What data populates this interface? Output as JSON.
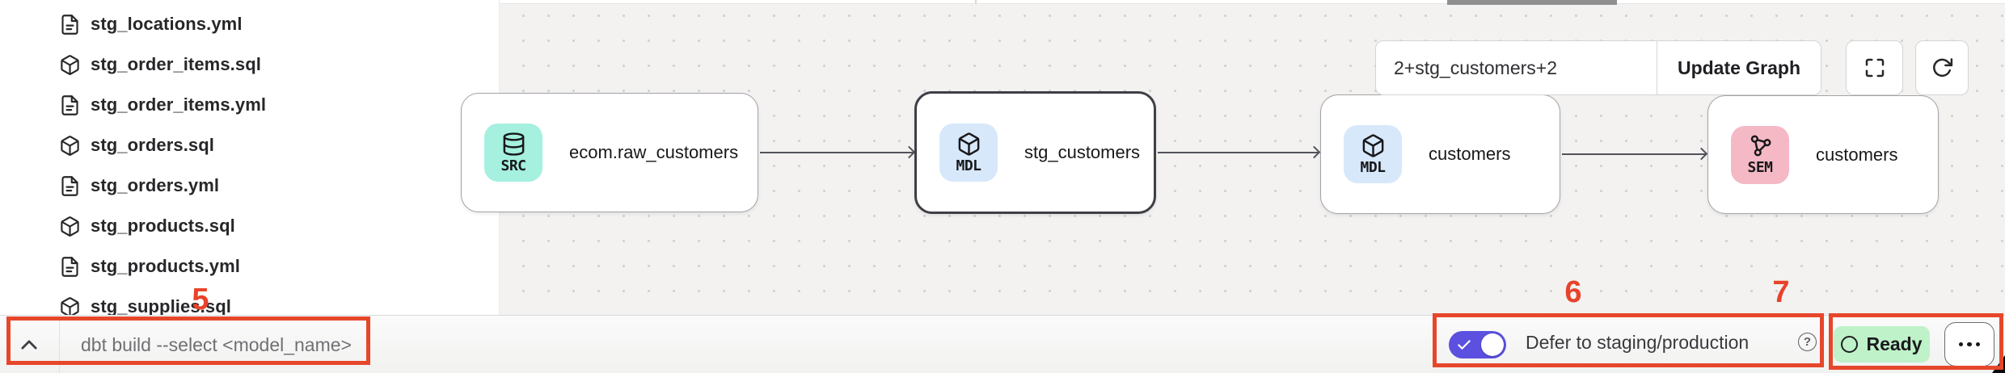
{
  "file_tree": {
    "items": [
      {
        "name": "stg_locations.yml",
        "type": "yml"
      },
      {
        "name": "stg_order_items.sql",
        "type": "sql"
      },
      {
        "name": "stg_order_items.yml",
        "type": "yml"
      },
      {
        "name": "stg_orders.sql",
        "type": "sql"
      },
      {
        "name": "stg_orders.yml",
        "type": "yml"
      },
      {
        "name": "stg_products.sql",
        "type": "sql"
      },
      {
        "name": "stg_products.yml",
        "type": "yml"
      },
      {
        "name": "stg_supplies.sql",
        "type": "sql",
        "partially_visible": true
      }
    ]
  },
  "lineage": {
    "selector_value": "2+stg_customers+2",
    "update_button_label": "Update Graph",
    "nodes": [
      {
        "badge": "SRC",
        "label": "ecom.raw_customers",
        "kind": "source",
        "selected": false
      },
      {
        "badge": "MDL",
        "label": "stg_customers",
        "kind": "model",
        "selected": true
      },
      {
        "badge": "MDL",
        "label": "customers",
        "kind": "model",
        "selected": false
      },
      {
        "badge": "SEM",
        "label": "customers",
        "kind": "semantic-model",
        "selected": false
      }
    ],
    "edges": [
      {
        "from": "ecom.raw_customers",
        "to": "stg_customers"
      },
      {
        "from": "stg_customers",
        "to": "customers"
      },
      {
        "from": "customers",
        "to": "customers (SEM)"
      }
    ]
  },
  "command_bar": {
    "placeholder": "dbt build --select <model_name>"
  },
  "status_bar": {
    "defer_label": "Defer to staging/production",
    "defer_toggle_on": true,
    "ready_label": "Ready"
  },
  "annotations": {
    "step5": "5",
    "step6": "6",
    "step7": "7"
  },
  "icons": [
    "file-text-icon",
    "cube-icon",
    "database-icon",
    "semantic-network-icon",
    "fullscreen-icon",
    "refresh-icon",
    "chevron-up-icon",
    "check-icon",
    "help-icon",
    "ellipsis-icon",
    "ready-ring-icon"
  ],
  "colors": {
    "annotation_red": "#e6472b",
    "toggle_purple": "#5b50df",
    "ready_green_bg": "#bff2c9",
    "src_badge": "#a5f0de",
    "mdl_badge": "#d7e8fb",
    "sem_badge": "#f5b9c6",
    "canvas_bg": "#f3f2f1",
    "selected_border": "#3f3f46"
  }
}
